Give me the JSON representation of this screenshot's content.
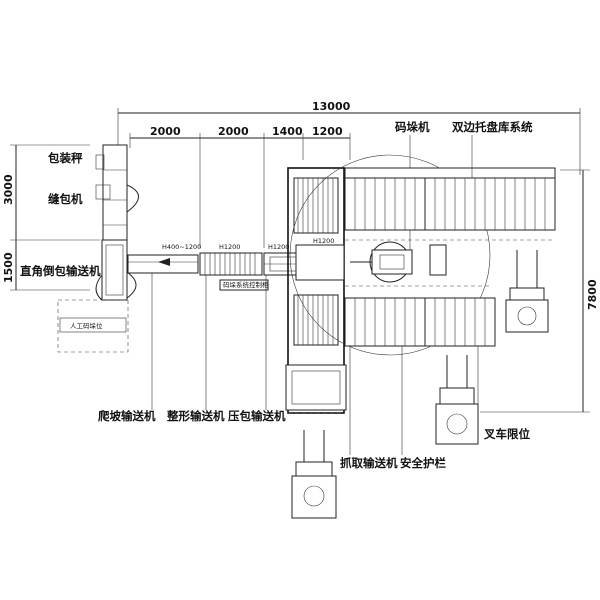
{
  "dimensions": {
    "total_width": "13000",
    "segments": [
      "2000",
      "2000",
      "1400",
      "1200"
    ],
    "left_vertical": [
      "3000",
      "1500"
    ],
    "right_vertical": "7800"
  },
  "labels": {
    "packing_scale": "包装秤",
    "sewing_machine": "缝包机",
    "right_angle_conveyor": "直角倒包输送机",
    "manual_station": "人工码垛位",
    "climbing_conveyor": "爬坡输送机",
    "shaping_conveyor": "整形输送机",
    "press_conveyor": "压包输送机",
    "stacker": "码垛机",
    "pallet_system": "双边托盘库系统",
    "gripper_conveyor": "抓取输送机",
    "safety_rail": "安全护栏",
    "forklift_limit": "叉车限位"
  },
  "heights": {
    "h1": "H400~1200",
    "h2": "H1200",
    "h3": "H1200",
    "h4": "H1200"
  },
  "small_texts": {
    "control_panel": "码垛系统控制柜",
    "side_box": "人工码垛位"
  }
}
